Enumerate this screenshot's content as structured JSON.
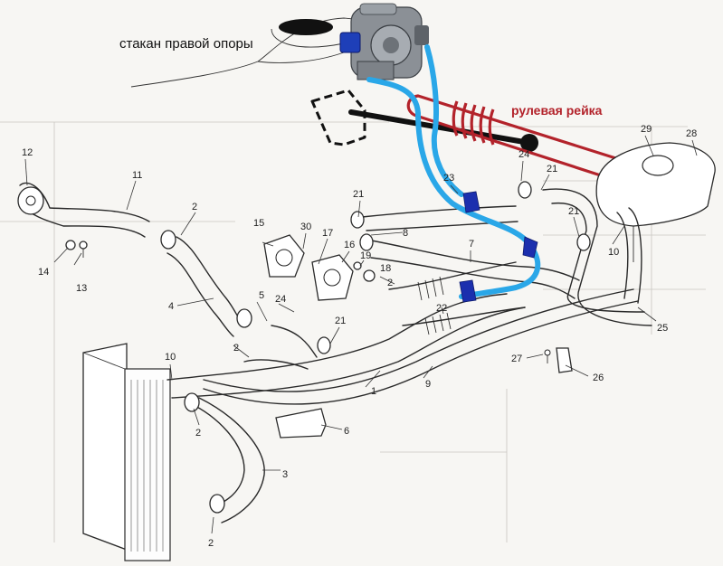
{
  "labels": {
    "strut_cup": "стакан правой опоры",
    "steering_rack": "рулевая рейка"
  },
  "part_numbers": {
    "p1": "1",
    "p2a": "2",
    "p2b": "2",
    "p2c": "2",
    "p2d": "2",
    "p2e": "2",
    "p3": "3",
    "p4": "4",
    "p5": "5",
    "p6": "6",
    "p7": "7",
    "p8": "8",
    "p9": "9",
    "p10a": "10",
    "p10b": "10",
    "p11": "11",
    "p12": "12",
    "p13": "13",
    "p14": "14",
    "p15": "15",
    "p16": "16",
    "p17": "17",
    "p18": "18",
    "p19": "19",
    "p21a": "21",
    "p21b": "21",
    "p21c": "21",
    "p21d": "21",
    "p22": "22",
    "p23": "23",
    "p24a": "24",
    "p24b": "24",
    "p25": "25",
    "p26": "26",
    "p27": "27",
    "p28": "28",
    "p29": "29",
    "p30": "30"
  },
  "colors": {
    "gas_line_overlay": "#2aa7e8",
    "clamp_overlay": "#1b2fae",
    "steering_rack_overlay": "#b3232b",
    "steering_link_overlay": "#111111"
  },
  "icons": {
    "reducer": "gas-reducer-icon",
    "radiator": "radiator-icon"
  }
}
